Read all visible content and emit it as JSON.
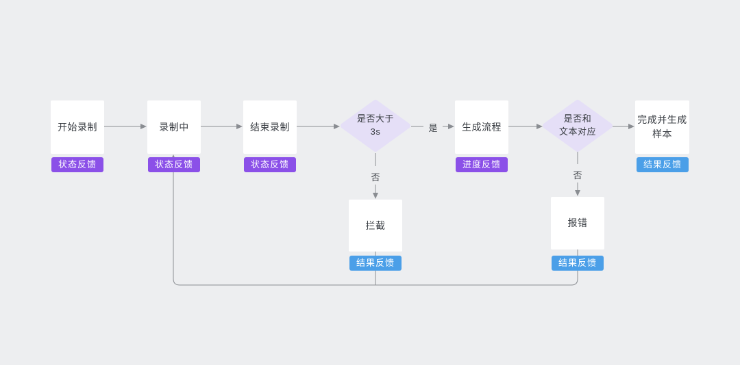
{
  "canvas": {
    "background": "#edeef0"
  },
  "colors": {
    "canvas_bg": "#edeef0",
    "node_fill": "#ffffff",
    "node_text": "#383c42",
    "decision_fill": "#e5dff7",
    "badge_purple": "#8b50e8",
    "badge_blue": "#4b9fe8",
    "badge_text": "#ffffff",
    "connector": "#8a8d92",
    "edge_label_text": "#43474d"
  },
  "nodes": [
    {
      "id": "start-recording",
      "type": "process",
      "label": "开始录制",
      "badge": {
        "text": "状态反馈",
        "type": "purple"
      }
    },
    {
      "id": "recording",
      "type": "process",
      "label": "录制中",
      "badge": {
        "text": "状态反馈",
        "type": "purple"
      }
    },
    {
      "id": "stop-recording",
      "type": "process",
      "label": "结束录制",
      "badge": {
        "text": "状态反馈",
        "type": "purple"
      }
    },
    {
      "id": "longer-than-3s",
      "type": "decision",
      "label_lines": [
        "是否大于",
        "3s"
      ]
    },
    {
      "id": "generation-process",
      "type": "process",
      "label": "生成流程",
      "badge": {
        "text": "进度反馈",
        "type": "purple"
      }
    },
    {
      "id": "matches-text",
      "type": "decision",
      "label_lines": [
        "是否和",
        "文本对应"
      ]
    },
    {
      "id": "complete-sample",
      "type": "process",
      "label_lines": [
        "完成并生成",
        "样本"
      ],
      "badge": {
        "text": "结果反馈",
        "type": "blue"
      }
    },
    {
      "id": "intercept",
      "type": "process",
      "label": "拦截",
      "badge": {
        "text": "结果反馈",
        "type": "blue"
      }
    },
    {
      "id": "report-error",
      "type": "process",
      "label": "报错",
      "badge": {
        "text": "结果反馈",
        "type": "blue"
      }
    }
  ],
  "edge_labels": {
    "yes": "是",
    "no": "否"
  }
}
